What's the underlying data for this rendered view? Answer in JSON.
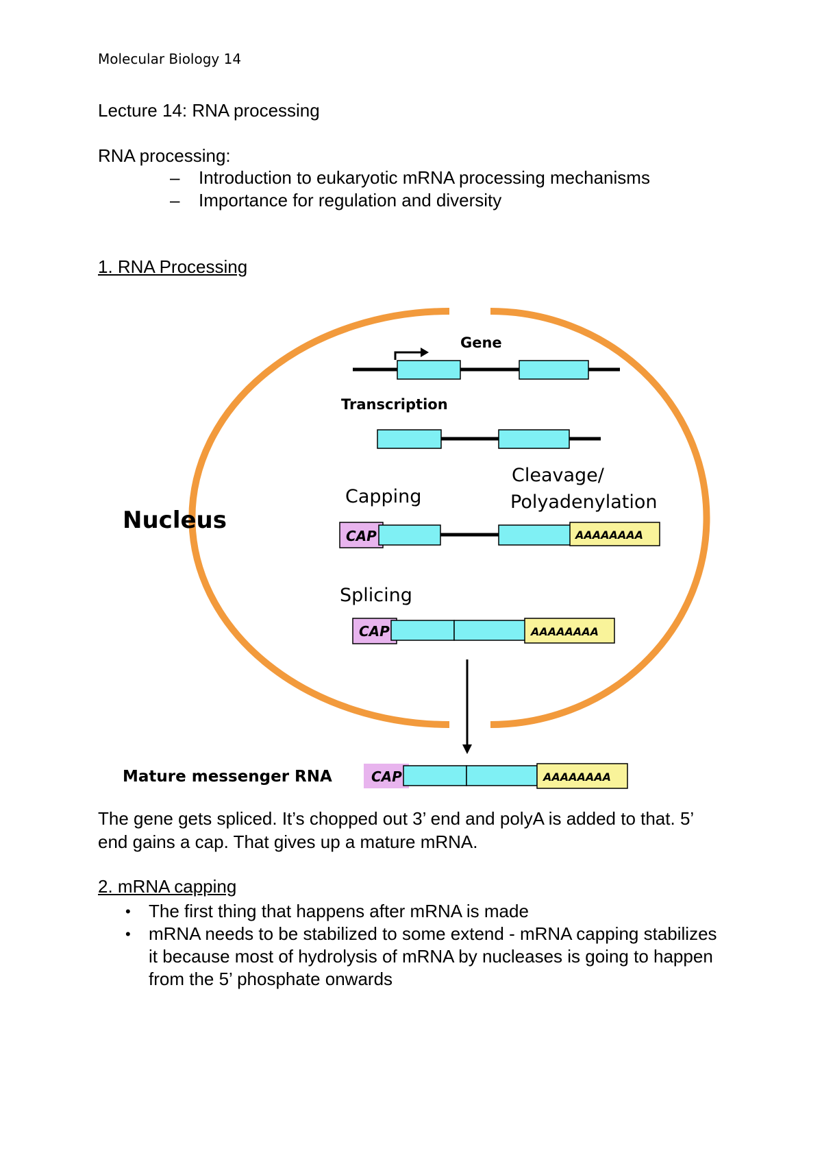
{
  "header": "Molecular Biology 14",
  "lecture_title": "Lecture 14: RNA processing",
  "rna_processing_label": "RNA processing:",
  "topics": [
    "Introduction to eukaryotic mRNA processing mechanisms",
    "Importance for regulation and diversity"
  ],
  "topic_marker": "–",
  "section1": {
    "heading": "1. RNA Processing"
  },
  "diagram": {
    "nucleus_label": "Nucleus",
    "gene_label": "Gene",
    "transcription_label": "Transcription",
    "capping_label": "Capping",
    "cleavage_label_line1": "Cleavage/",
    "cleavage_label_line2": "Polyadenylation",
    "splicing_label": "Splicing",
    "mature_label": "Mature messenger RNA",
    "cap_text": "CAP",
    "polya_text": "AAAAAAAA",
    "colors": {
      "membrane": "#f29a3c",
      "exon": "#7ff0f4",
      "cap": "#e8b4ee",
      "polya": "#f9f39a"
    }
  },
  "paragraph": "The gene gets spliced. It’s chopped out 3’ end and polyA is added to that. 5’ end gains a cap. That gives up a mature mRNA.",
  "section2": {
    "heading": "2. mRNA capping",
    "bullets": [
      "The first thing that happens after mRNA is made",
      "mRNA needs to be stabilized to some extend - mRNA capping stabilizes it because most of hydrolysis of mRNA by nucleases is going to happen from the 5’ phosphate onwards"
    ],
    "bullet_marker": "•"
  }
}
